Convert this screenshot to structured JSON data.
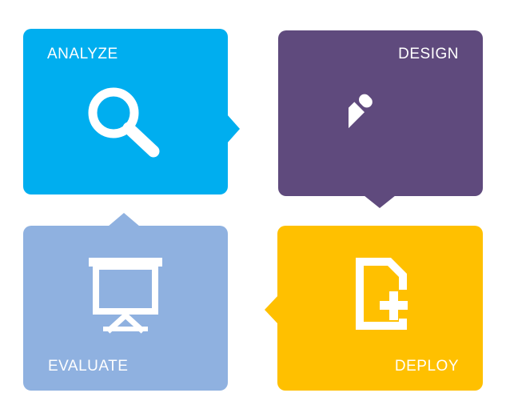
{
  "tiles": [
    {
      "id": "analyze",
      "label": "ANALYZE",
      "color": "#00AEEF",
      "icon": "magnifier-icon"
    },
    {
      "id": "design",
      "label": "DESIGN",
      "color": "#5F4A7D",
      "icon": "pencil-icon"
    },
    {
      "id": "evaluate",
      "label": "EVALUATE",
      "color": "#8FB1E0",
      "icon": "presentation-screen-icon"
    },
    {
      "id": "deploy",
      "label": "DEPLOY",
      "color": "#FFC000",
      "icon": "new-document-icon"
    }
  ]
}
